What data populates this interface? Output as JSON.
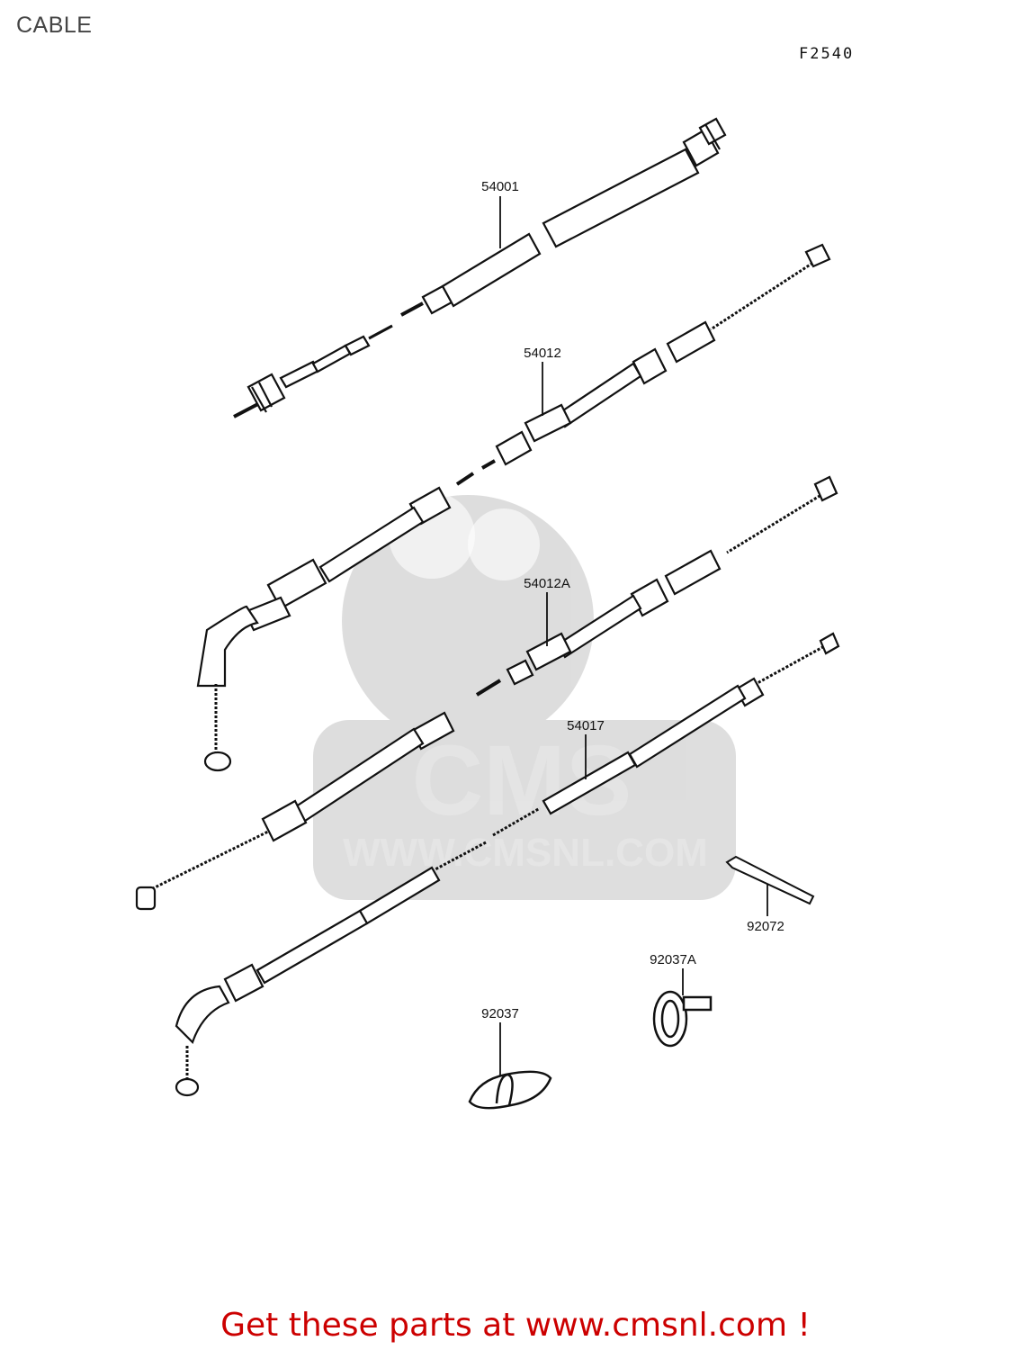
{
  "header": {
    "title": "CABLE",
    "figure_code": "F2540"
  },
  "parts": [
    {
      "id": "p54001",
      "label": "54001"
    },
    {
      "id": "p54012",
      "label": "54012"
    },
    {
      "id": "p54012A",
      "label": "54012A"
    },
    {
      "id": "p54017",
      "label": "54017"
    },
    {
      "id": "p92072",
      "label": "92072"
    },
    {
      "id": "p92037A",
      "label": "92037A"
    },
    {
      "id": "p92037",
      "label": "92037"
    }
  ],
  "watermark": {
    "logo": "CMS",
    "url": "WWW.CMSNL.COM"
  },
  "footer": {
    "text": "Get these parts at www.cmsnl.com !"
  }
}
